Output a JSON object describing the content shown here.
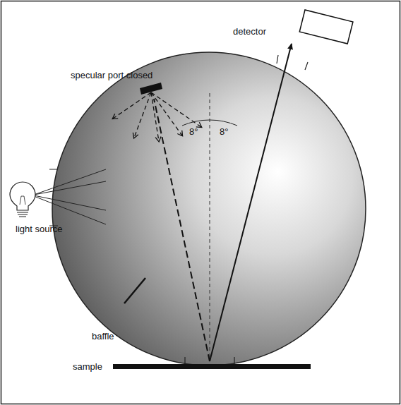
{
  "diagram": {
    "labels": [
      "detector",
      "specular port closed",
      "8°",
      "8°",
      "light source",
      "baffle",
      "sample"
    ]
  }
}
